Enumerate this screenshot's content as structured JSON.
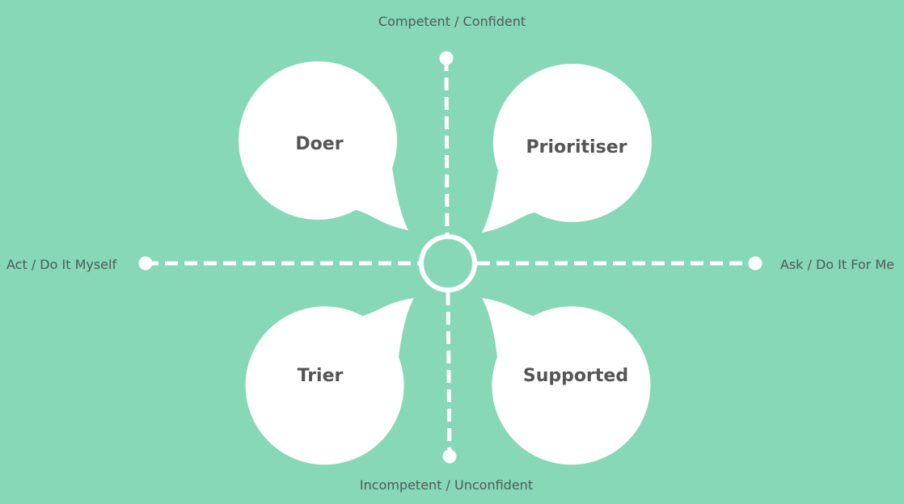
{
  "axes": {
    "top": "Competent / Confident",
    "bottom": "Incompetent / Unconfident",
    "left": "Act / Do It Myself",
    "right": "Ask / Do It For Me"
  },
  "quadrants": {
    "top_left": "Doer",
    "top_right": "Prioritiser",
    "bottom_left": "Trier",
    "bottom_right": "Supported"
  },
  "colors": {
    "background": "#86d8b6",
    "lines": "#ffffff",
    "bubble": "#ffffff",
    "bubble_text": "#555555",
    "axis_text": "#4f5b5a"
  }
}
